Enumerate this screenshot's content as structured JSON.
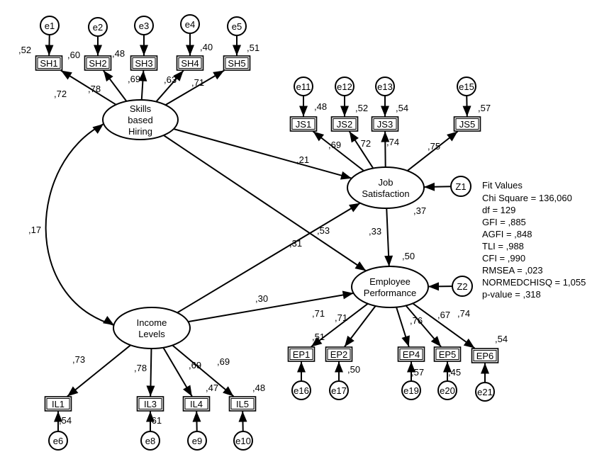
{
  "latent": [
    {
      "id": "SBH",
      "lines": [
        "Skills",
        "based",
        "Hiring"
      ]
    },
    {
      "id": "JS",
      "lines": [
        "Job",
        "Satisfaction"
      ]
    },
    {
      "id": "EP",
      "lines": [
        "Employee",
        "Performance"
      ]
    },
    {
      "id": "IL",
      "lines": [
        "Income",
        "Levels"
      ]
    }
  ],
  "indicators": [
    {
      "id": "SH1",
      "factor": "SBH",
      "error": "e1",
      "loading": ",72",
      "r2": ",52"
    },
    {
      "id": "SH2",
      "factor": "SBH",
      "error": "e2",
      "loading": ",78",
      "r2": ",60"
    },
    {
      "id": "SH3",
      "factor": "SBH",
      "error": "e3",
      "loading": ",69",
      "r2": ",48"
    },
    {
      "id": "SH4",
      "factor": "SBH",
      "error": "e4",
      "loading": ",63",
      "r2": ",40"
    },
    {
      "id": "SH5",
      "factor": "SBH",
      "error": "e5",
      "loading": ",71",
      "r2": ",51"
    },
    {
      "id": "JS1",
      "factor": "JS",
      "error": "e11",
      "loading": ",69",
      "r2": ",48"
    },
    {
      "id": "JS2",
      "factor": "JS",
      "error": "e12",
      "loading": ",72",
      "r2": ",52"
    },
    {
      "id": "JS3",
      "factor": "JS",
      "error": "e13",
      "loading": ",74",
      "r2": ",54"
    },
    {
      "id": "JS5",
      "factor": "JS",
      "error": "e15",
      "loading": ",75",
      "r2": ",57"
    },
    {
      "id": "EP1",
      "factor": "EP",
      "error": "e16",
      "loading": ",71",
      "r2": ",51"
    },
    {
      "id": "EP2",
      "factor": "EP",
      "error": "e17",
      "loading": ",71",
      "r2": ",50"
    },
    {
      "id": "EP4",
      "factor": "EP",
      "error": "e19",
      "loading": ",76",
      "r2": ",57"
    },
    {
      "id": "EP5",
      "factor": "EP",
      "error": "e20",
      "loading": ",67",
      "r2": ",45"
    },
    {
      "id": "EP6",
      "factor": "EP",
      "error": "e21",
      "loading": ",74",
      "r2": ",54"
    },
    {
      "id": "IL1",
      "factor": "IL",
      "error": "e6",
      "loading": ",73",
      "r2": ",54"
    },
    {
      "id": "IL3",
      "factor": "IL",
      "error": "e8",
      "loading": ",78",
      "r2": ",61"
    },
    {
      "id": "IL4",
      "factor": "IL",
      "error": "e9",
      "loading": ",69",
      "r2": ",47"
    },
    {
      "id": "IL5",
      "factor": "IL",
      "error": "e10",
      "loading": ",69",
      "r2": ",48"
    }
  ],
  "structural_paths": [
    {
      "from": "SBH",
      "to": "JS",
      "coef": ",21"
    },
    {
      "from": "SBH",
      "to": "EP",
      "coef": ",53"
    },
    {
      "from": "IL",
      "to": "JS",
      "coef": ",31"
    },
    {
      "from": "IL",
      "to": "EP",
      "coef": ",30"
    },
    {
      "from": "JS",
      "to": "EP",
      "coef": ",33"
    }
  ],
  "covariances": [
    {
      "a": "SBH",
      "b": "IL",
      "coef": ",17"
    }
  ],
  "disturbances": [
    {
      "id": "Z1",
      "target": "JS",
      "r2": ",37"
    },
    {
      "id": "Z2",
      "target": "EP",
      "r2": ",50"
    }
  ],
  "fit": {
    "title": "Fit Values",
    "lines": [
      "Chi Square = 136,060",
      "df = 129",
      "GFI = ,885",
      "AGFI = ,848",
      "TLI = ,988",
      "CFI = ,990",
      "RMSEA = ,023",
      "NORMEDCHISQ = 1,055",
      "p-value = ,318"
    ]
  }
}
